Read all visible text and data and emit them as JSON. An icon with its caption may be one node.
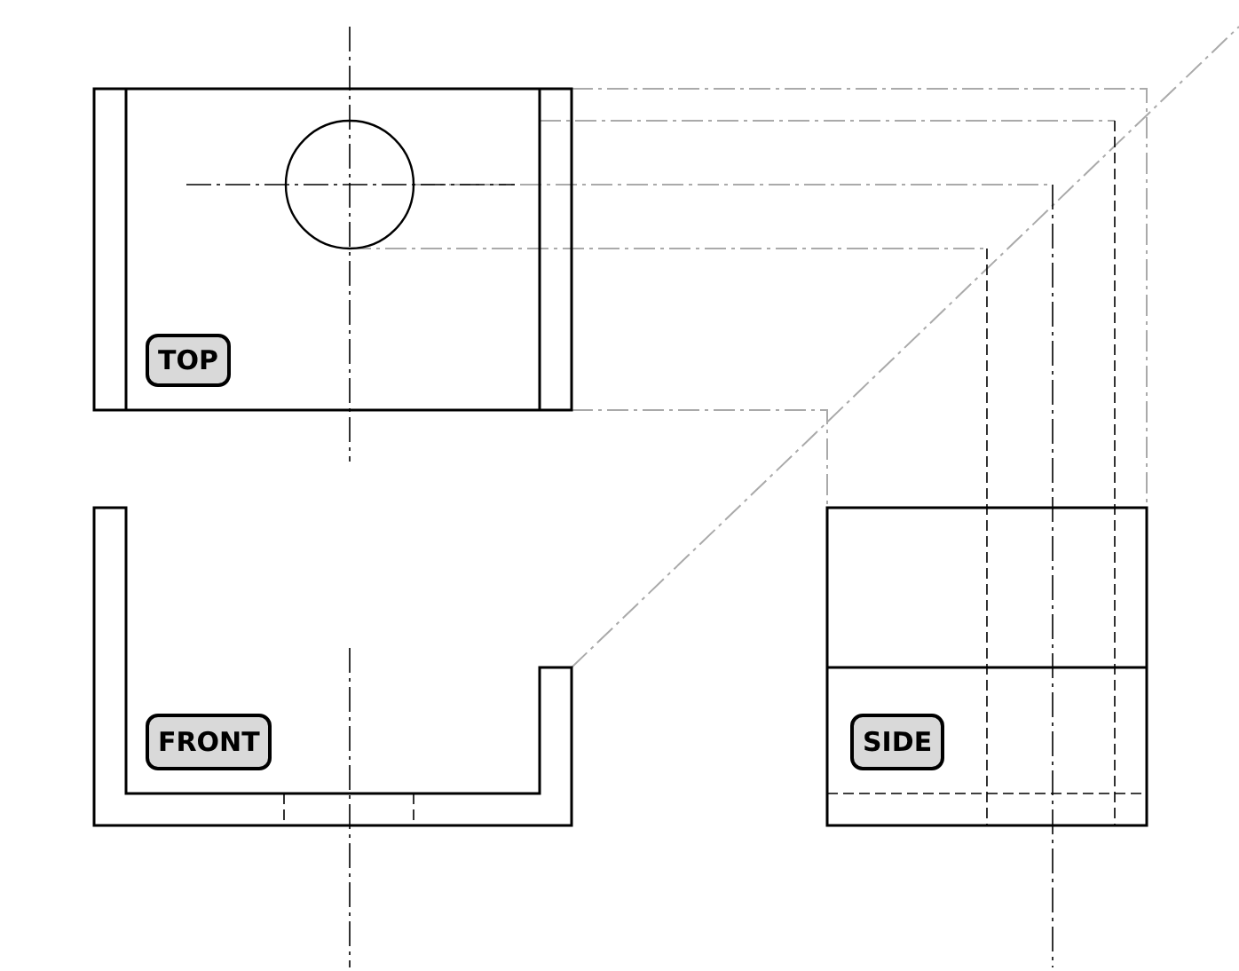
{
  "diagram": {
    "nodes": [
      {
        "text": [
          "TOP"
        ]
      },
      {
        "text": [
          "FRONT"
        ]
      },
      {
        "text": [
          "SIDE"
        ]
      }
    ]
  }
}
